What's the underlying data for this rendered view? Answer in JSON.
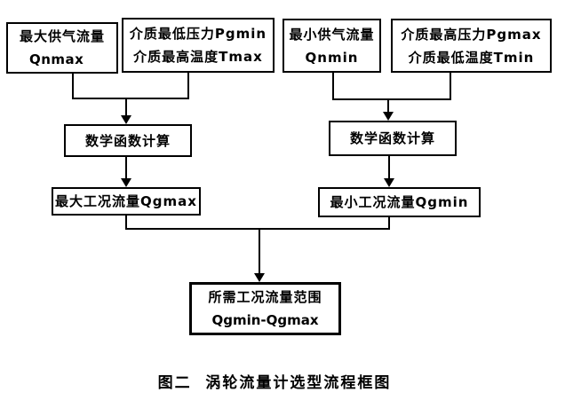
{
  "diagram": {
    "caption": "图二  涡轮流量计选型流程框图",
    "nodes": {
      "qnmax": {
        "line1": "最大供气流量",
        "line2": "Qnmax"
      },
      "pgmin_tmax": {
        "line1": "介质最低压力Pgmin",
        "line2": "介质最高温度Tmax"
      },
      "qnmin": {
        "line1": "最小供气流量",
        "line2": "Qnmin"
      },
      "pgmax_tmin": {
        "line1": "介质最高压力Pgmax",
        "line2": "介质最低温度Tmin"
      },
      "math_left": {
        "label": "数学函数计算"
      },
      "math_right": {
        "label": "数学函数计算"
      },
      "qgmax": {
        "label": "最大工况流量Qgmax"
      },
      "qgmin": {
        "label": "最小工况流量Qgmin"
      },
      "result": {
        "line1": "所需工况流量范围",
        "line2": "Qgmin-Qgmax"
      }
    },
    "edges": [
      {
        "from": "qnmax",
        "to": "math_left"
      },
      {
        "from": "pgmin_tmax",
        "to": "math_left"
      },
      {
        "from": "math_left",
        "to": "qgmax"
      },
      {
        "from": "qnmin",
        "to": "math_right"
      },
      {
        "from": "pgmax_tmin",
        "to": "math_right"
      },
      {
        "from": "math_right",
        "to": "qgmin"
      },
      {
        "from": "qgmax",
        "to": "result"
      },
      {
        "from": "qgmin",
        "to": "result"
      }
    ],
    "colors": {
      "line": "#000000",
      "text": "#000000",
      "background": "#ffffff"
    }
  }
}
